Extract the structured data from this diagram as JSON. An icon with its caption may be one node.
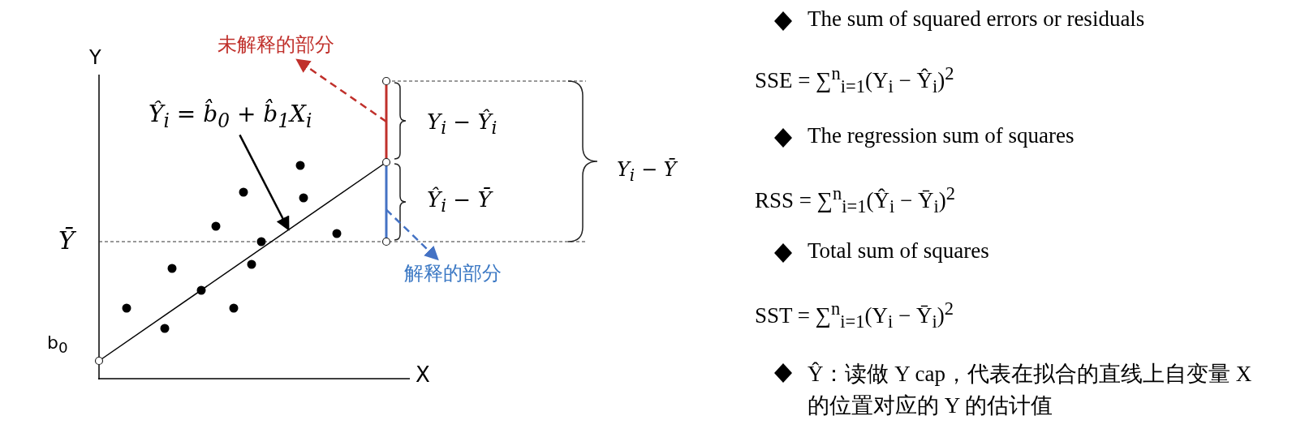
{
  "diagram": {
    "nodes": [
      {
        "text": [
          "未解释的部分"
        ]
      },
      {
        "text": [],
        "shape": "line"
      },
      {
        "text": [],
        "shape": "line"
      },
      {
        "text": [
          "解释的部分"
        ]
      },
      {
        "text": [
          "Ŷ$_{i}$ = b̂$_{0}$ + b̂$_{1}$X$_{i}$"
        ]
      },
      {
        "text": [],
        "shape": "line"
      }
    ],
    "edges": [
      {
        "from": 4,
        "to": 5,
        "arrow": "to"
      },
      {
        "from": 1,
        "to": 0,
        "arrow": "to",
        "style": "dashed",
        "color": "#c0302b"
      },
      {
        "from": 2,
        "to": 3,
        "arrow": "to",
        "style": "dashed",
        "color": "#4472c4"
      }
    ],
    "labels": [
      "Y",
      "Ȳ",
      "b$_{0}$",
      "X",
      "Y$_{i}$ − Ŷ$_{i}$",
      "Ŷ$_{i}$ − Ȳ",
      "Y$_{i}$ − Ȳ",
      "The sum of squared errors or residuals",
      "SSE = ∑$^{n}$$_{i=1}$(Y$_{i}$ − Ŷ$_{i}$)$^{2}$",
      "The regression sum of squares",
      "RSS = ∑$^{n}$$_{i=1}$(Ŷ$_{i}$ − Ȳ$_{i}$)$^{2}$",
      "Total sum of squares",
      "SST = ∑$^{n}$$_{i=1}$(Y$_{i}$ − Ȳ$_{i}$)$^{2}$",
      "Ŷ：读做 Y cap，代表在拟合的直线上自变量 X 的位置对应的 Y 的估计值"
    ]
  }
}
